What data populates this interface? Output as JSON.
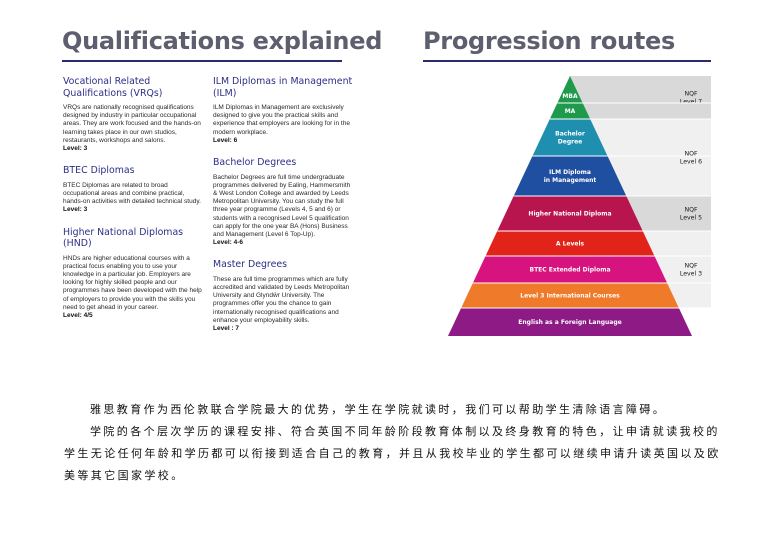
{
  "headings": {
    "left": "Qualifications explained",
    "right": "Progression routes"
  },
  "col1": [
    {
      "title": "Vocational Related Qualifications (VRQs)",
      "body": "VRQs are nationally recognised qualifications designed by industry in particular occupational areas. They are work focused and the hands-on learning takes place in our own studios, restaurants, workshops and salons.",
      "level": "Level: 3"
    },
    {
      "title": "BTEC Diplomas",
      "body": "BTEC Diplomas are related to broad occupational areas and combine practical, hands-on activities with detailed technical study.",
      "level": "Level: 3"
    },
    {
      "title": "Higher National Diplomas (HND)",
      "body": "HNDs are higher educational courses with a practical focus enabling you to use your knowledge in a particular job. Employers are looking for highly skilled people and our programmes have been developed with the help of employers to provide you with the skills you need to get ahead in your career.",
      "level": "Level: 4/5"
    }
  ],
  "col2": [
    {
      "title": "ILM Diplomas in Management (ILM)",
      "body": "ILM Diplomas in Management are exclusively designed to give you the practical skills and experience that employers are looking for in the modern workplace.",
      "level": "Level: 6"
    },
    {
      "title": "Bachelor Degrees",
      "body": "Bachelor Degrees are full time undergraduate programmes delivered by Ealing, Hammersmith & West London College and awarded by Leeds Metropolitan University. You can study the full three year programme (Levels 4, 5 and 6) or students with a recognised Level 5 qualification can apply for the one year BA (Hons) Business and Management (Level 6 Top-Up).",
      "level": "Level: 4-6"
    },
    {
      "title": "Master Degrees",
      "body": "These are full time programmes which are fully accredited and validated by Leeds Metropolitan University and Glyndŵr University. The programmes offer you the chance to gain internationally recognised qualifications and enhance your employability skills.",
      "level": "Level : 7"
    }
  ],
  "pyramid": {
    "tiers": [
      {
        "lines": [
          "MBA"
        ],
        "color": "#1f9a4c"
      },
      {
        "lines": [
          "MA"
        ],
        "color": "#1f9a4c"
      },
      {
        "lines": [
          "Bachelor",
          "Degree"
        ],
        "color": "#1f8fb0"
      },
      {
        "lines": [
          "ILM Diploma",
          "in Management"
        ],
        "color": "#1f4fa0"
      },
      {
        "lines": [
          "Higher National Diploma"
        ],
        "color": "#b8144e"
      },
      {
        "lines": [
          "A Levels"
        ],
        "color": "#e2231a"
      },
      {
        "lines": [
          "BTEC Extended Diploma"
        ],
        "color": "#d6137e"
      },
      {
        "lines": [
          "Level 3 International Courses"
        ],
        "color": "#ef7a2a"
      },
      {
        "lines": [
          "English as a Foreign Language"
        ],
        "color": "#8e1a86"
      }
    ],
    "nqf": [
      {
        "lines": [
          "NQF",
          "Level 7"
        ],
        "shade": "#d9d9d9"
      },
      {
        "lines": [
          "NQF",
          "Level 6"
        ],
        "shade": "#f0f0f0"
      },
      {
        "lines": [
          "NQF",
          "Level 5"
        ],
        "shade": "#d9d9d9"
      },
      {
        "lines": [
          "NQF",
          "Level 3"
        ],
        "shade": "#f0f0f0"
      }
    ]
  },
  "chinese": [
    "雅思教育作为西伦敦联合学院最大的优势，学生在学院就读时，我们可以帮助学生清除语言障碍。",
    "学院的各个层次学历的课程安排、符合英国不同年龄阶段教育体制以及终身教育的特色，让申请就读我校的学生无论任何年龄和学历都可以衔接到适合自己的教育，并且从我校毕业的学生都可以继续申请升读英国以及欧美等其它国家学校。"
  ]
}
